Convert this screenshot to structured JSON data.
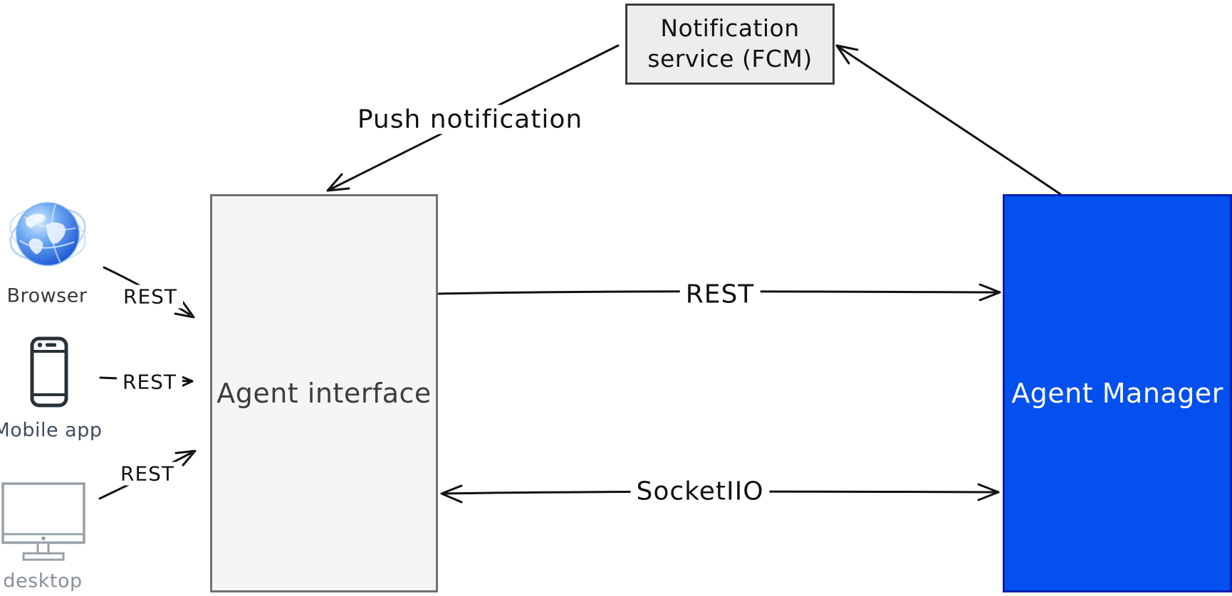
{
  "diagram": {
    "nodes": {
      "notification_service": {
        "label": "Notification service (FCM)",
        "line1": "Notification",
        "line2": "service (FCM)",
        "fill": "#ededed",
        "border_color": "#3a3a3a",
        "text_color": "#111111"
      },
      "agent_interface": {
        "label": "Agent interface",
        "fill": "#f5f5f5",
        "border_color": "#707070",
        "text_color": "#3d3d3d"
      },
      "agent_manager": {
        "label": "Agent Manager",
        "fill": "#0450ee",
        "border_color": "#0a1fae",
        "text_color": "#ffffff"
      }
    },
    "clients": [
      {
        "label": "Browser",
        "icon": "globe-icon",
        "label_color": "#3a3a3a"
      },
      {
        "label": "Mobile app",
        "icon": "smartphone-icon",
        "label_color": "#3f4c5e"
      },
      {
        "label": "desktop",
        "icon": "monitor-icon",
        "label_color": "#8a9097"
      }
    ],
    "edge_labels": {
      "push_notification": "Push notification",
      "rest_center": "REST",
      "socket": "SocketIIO",
      "rest_browser": "REST",
      "rest_mobile": "REST",
      "rest_desktop": "REST"
    },
    "arrow_color": "#111111"
  }
}
